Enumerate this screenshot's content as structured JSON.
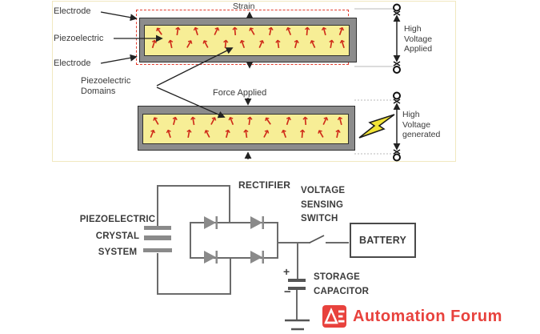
{
  "panel": {
    "labels": {
      "electrode_top": "Electrode",
      "piezoelectric": "Piezoelectric",
      "electrode_bottom": "Electrode",
      "domains": [
        "Piezoelectric",
        "Domains"
      ],
      "strain": "Strain",
      "force": "Force Applied",
      "hv_applied": [
        "High",
        "Voltage",
        "Applied"
      ],
      "hv_generated": [
        "High",
        "Voltage",
        "generated"
      ]
    },
    "colors": {
      "crystal_fill": "#f7ee96",
      "domain_arrow_red": "#cf2a18",
      "electrode_gray": "#8c8c8c",
      "dashed_outline_red": "#e23d2e",
      "bolt_yellow": "#f2e437"
    },
    "arrow_glyph": "↑",
    "bar1_arrows": [
      [
        14,
        2,
        -35
      ],
      [
        36,
        2,
        8
      ],
      [
        60,
        2,
        -18
      ],
      [
        84,
        2,
        25
      ],
      [
        108,
        2,
        -5
      ],
      [
        130,
        2,
        -30
      ],
      [
        152,
        2,
        12
      ],
      [
        176,
        2,
        -22
      ],
      [
        198,
        2,
        5
      ],
      [
        220,
        2,
        -15
      ],
      [
        240,
        2,
        20
      ],
      [
        6,
        18,
        18
      ],
      [
        28,
        18,
        -12
      ],
      [
        50,
        18,
        30
      ],
      [
        72,
        18,
        -28
      ],
      [
        96,
        18,
        6
      ],
      [
        118,
        18,
        -20
      ],
      [
        140,
        18,
        24
      ],
      [
        162,
        18,
        -8
      ],
      [
        184,
        18,
        15
      ],
      [
        206,
        18,
        -25
      ],
      [
        228,
        18,
        10
      ],
      [
        243,
        18,
        -18
      ]
    ],
    "bar2_arrows": [
      [
        12,
        3,
        -30
      ],
      [
        34,
        3,
        15
      ],
      [
        58,
        3,
        -10
      ],
      [
        82,
        3,
        28
      ],
      [
        106,
        3,
        -22
      ],
      [
        128,
        3,
        8
      ],
      [
        152,
        3,
        -35
      ],
      [
        176,
        3,
        18
      ],
      [
        198,
        3,
        -5
      ],
      [
        222,
        3,
        25
      ],
      [
        242,
        3,
        -15
      ],
      [
        6,
        19,
        22
      ],
      [
        28,
        19,
        -18
      ],
      [
        52,
        19,
        10
      ],
      [
        76,
        19,
        -28
      ],
      [
        100,
        19,
        15
      ],
      [
        124,
        19,
        -8
      ],
      [
        148,
        19,
        28
      ],
      [
        172,
        19,
        -20
      ],
      [
        194,
        19,
        5
      ],
      [
        218,
        19,
        -30
      ],
      [
        238,
        19,
        12
      ]
    ]
  },
  "circuit": {
    "labels": {
      "source": [
        "PIEZOELECTRIC",
        "CRYSTAL",
        "SYSTEM"
      ],
      "rectifier": "RECTIFIER",
      "sensing_switch": [
        "VOLTAGE",
        "SENSING",
        "SWITCH"
      ],
      "battery": "BATTERY",
      "storage": [
        "STORAGE",
        "CAPACITOR"
      ],
      "cap_plus": "+",
      "cap_minus": "−"
    },
    "wire_color": "#6b6b6b"
  },
  "footer": {
    "brand": "Automation Forum",
    "brand_color": "#e8423d",
    "logo_monogram": "AE"
  }
}
